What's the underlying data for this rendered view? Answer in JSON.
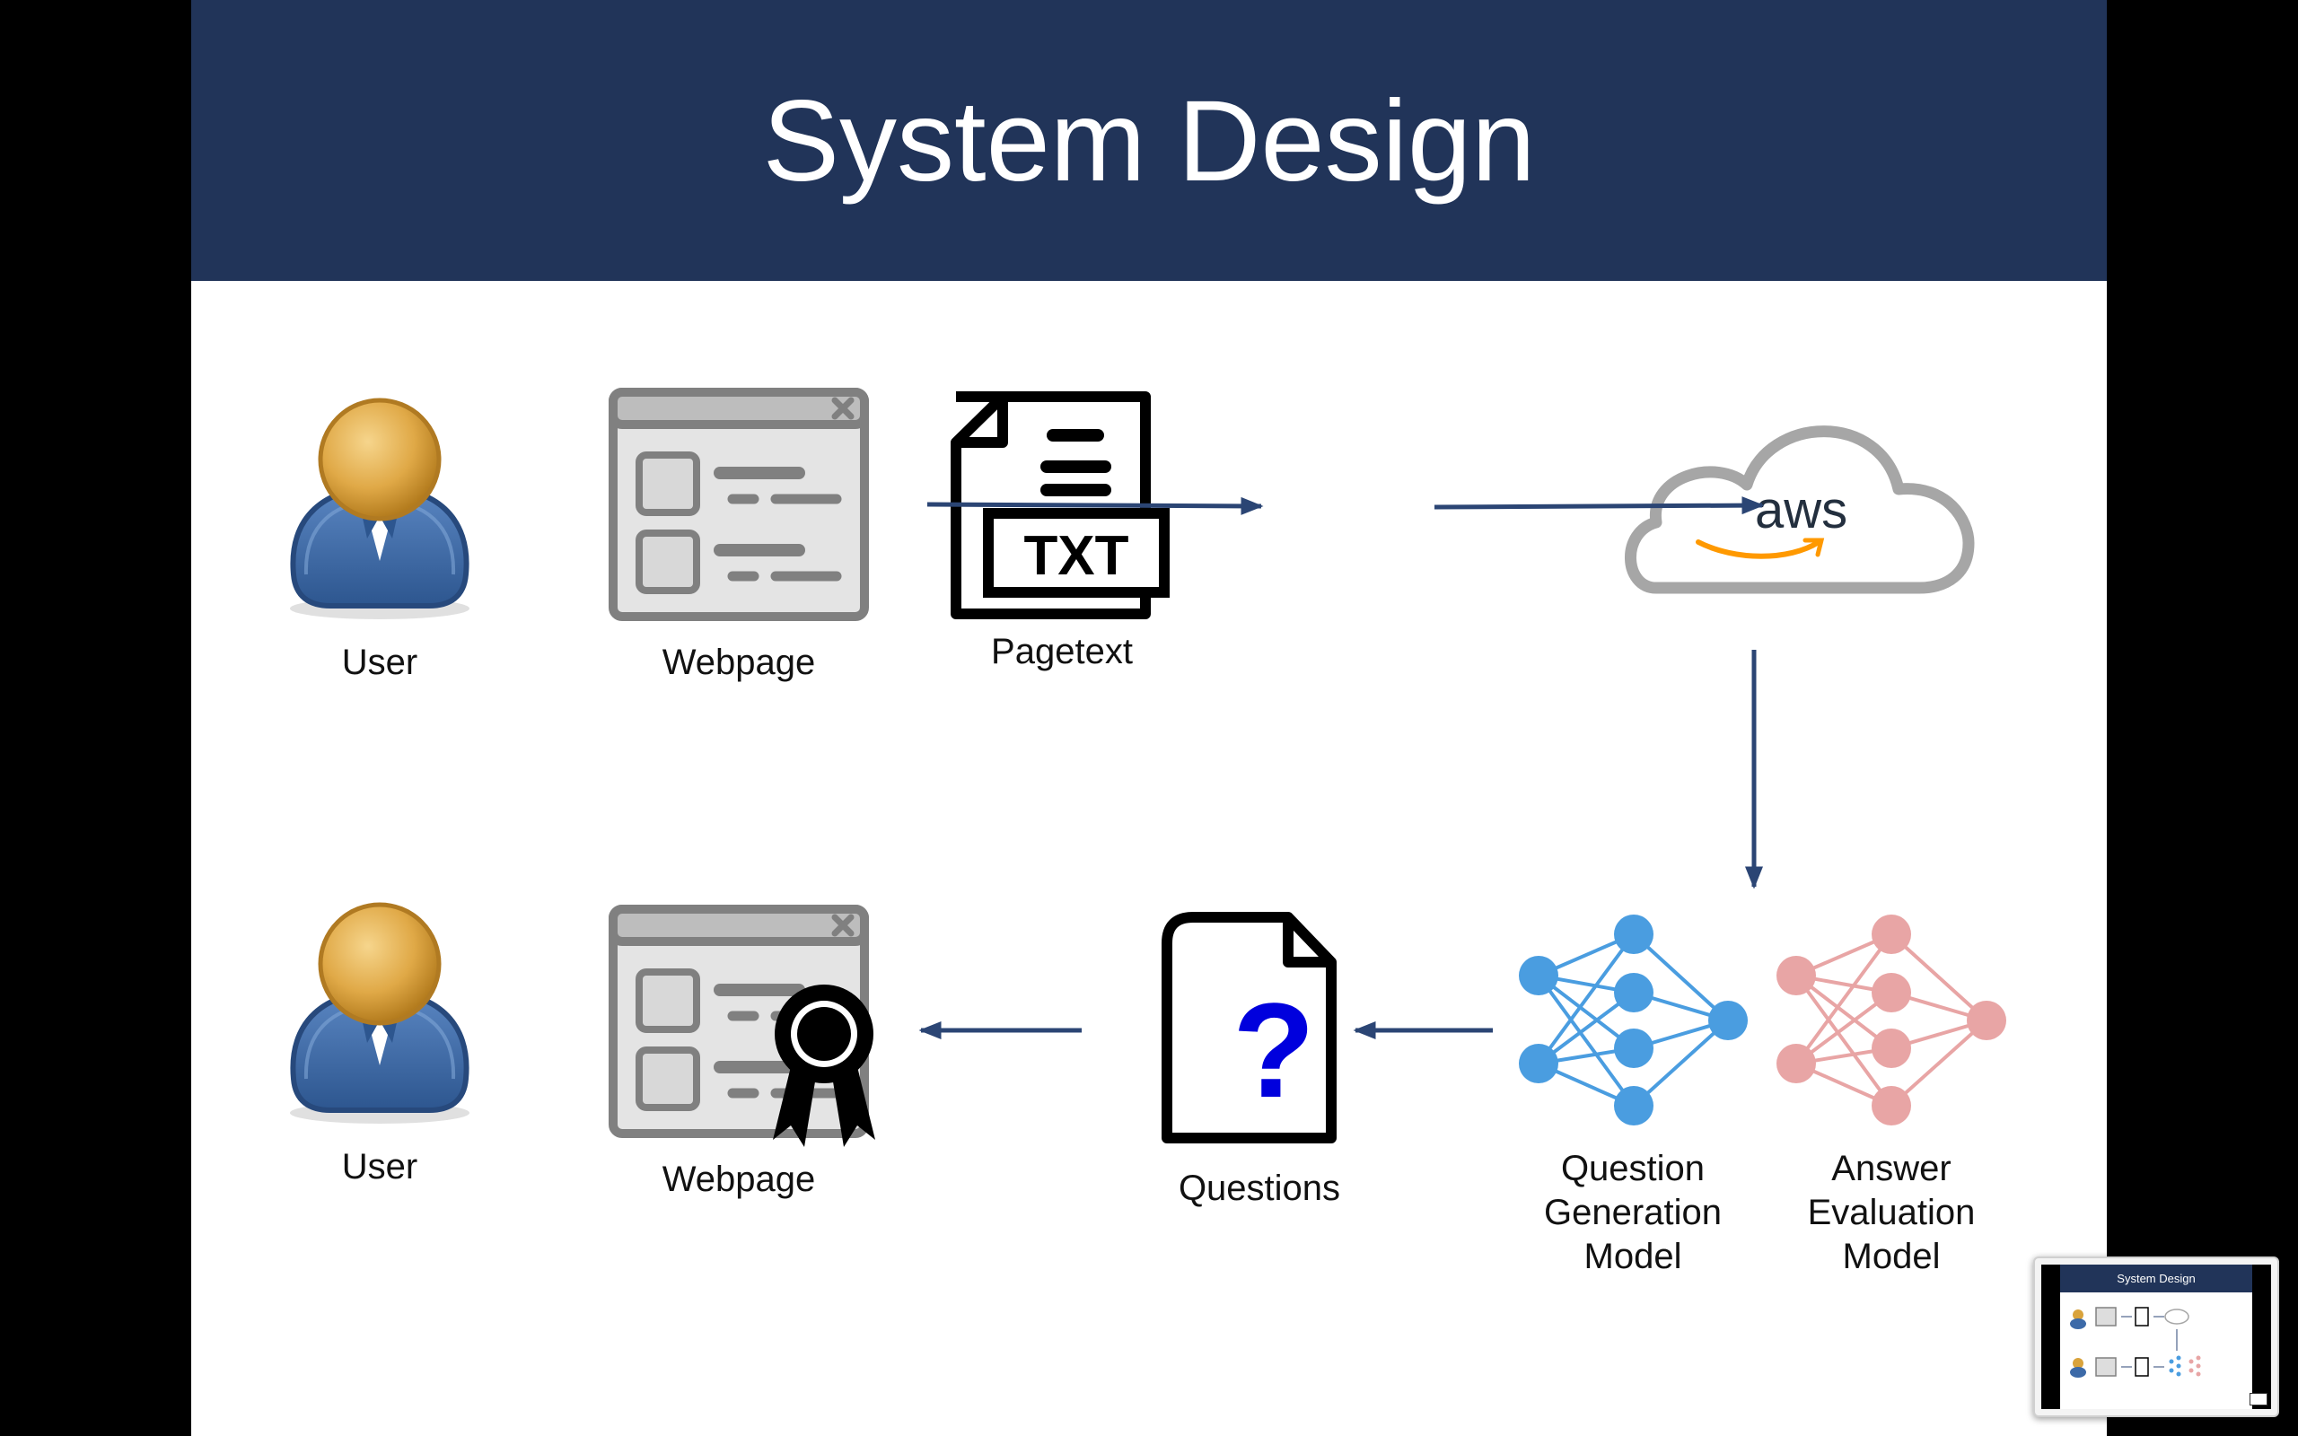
{
  "slide": {
    "title": "System Design",
    "colors": {
      "title_bar": "#213459",
      "arrow": "#2b4574",
      "person_body": "#3c6aa8",
      "person_head": "#d9a33c",
      "webpage_gray": "#808080",
      "aws_cloud": "#a6a6a6",
      "aws_text": "#232f3e",
      "aws_smile": "#ff9900",
      "question_mark": "#0000dd",
      "question_model": "#4a9de0",
      "answer_model": "#e8a5a5"
    }
  },
  "diagram": {
    "nodes": [
      {
        "id": "user-top",
        "label": "User",
        "icon": "person-icon"
      },
      {
        "id": "webpage-top",
        "label": "Webpage",
        "icon": "webpage-window-icon"
      },
      {
        "id": "pagetext",
        "label": "Pagetext",
        "icon": "txt-file-icon"
      },
      {
        "id": "aws",
        "label": "",
        "icon": "aws-cloud-icon",
        "logo_text": "aws"
      },
      {
        "id": "question-generation-model",
        "label_lines": [
          "Question",
          "Generation",
          "Model"
        ],
        "icon": "neural-network-icon"
      },
      {
        "id": "answer-evaluation-model",
        "label_lines": [
          "Answer",
          "Evaluation",
          "Model"
        ],
        "icon": "neural-network-icon"
      },
      {
        "id": "questions",
        "label": "Questions",
        "icon": "question-file-icon"
      },
      {
        "id": "webpage-bottom",
        "label": "Webpage",
        "icon": "webpage-certified-icon"
      },
      {
        "id": "user-bottom",
        "label": "User",
        "icon": "person-icon"
      }
    ],
    "edges": [
      {
        "from": "webpage-top",
        "to": "pagetext"
      },
      {
        "from": "pagetext",
        "to": "aws"
      },
      {
        "from": "aws",
        "to": "question-generation-model"
      },
      {
        "from": "question-generation-model",
        "to": "questions"
      },
      {
        "from": "questions",
        "to": "webpage-bottom"
      }
    ]
  },
  "thumbnail": {
    "title": "System Design"
  }
}
